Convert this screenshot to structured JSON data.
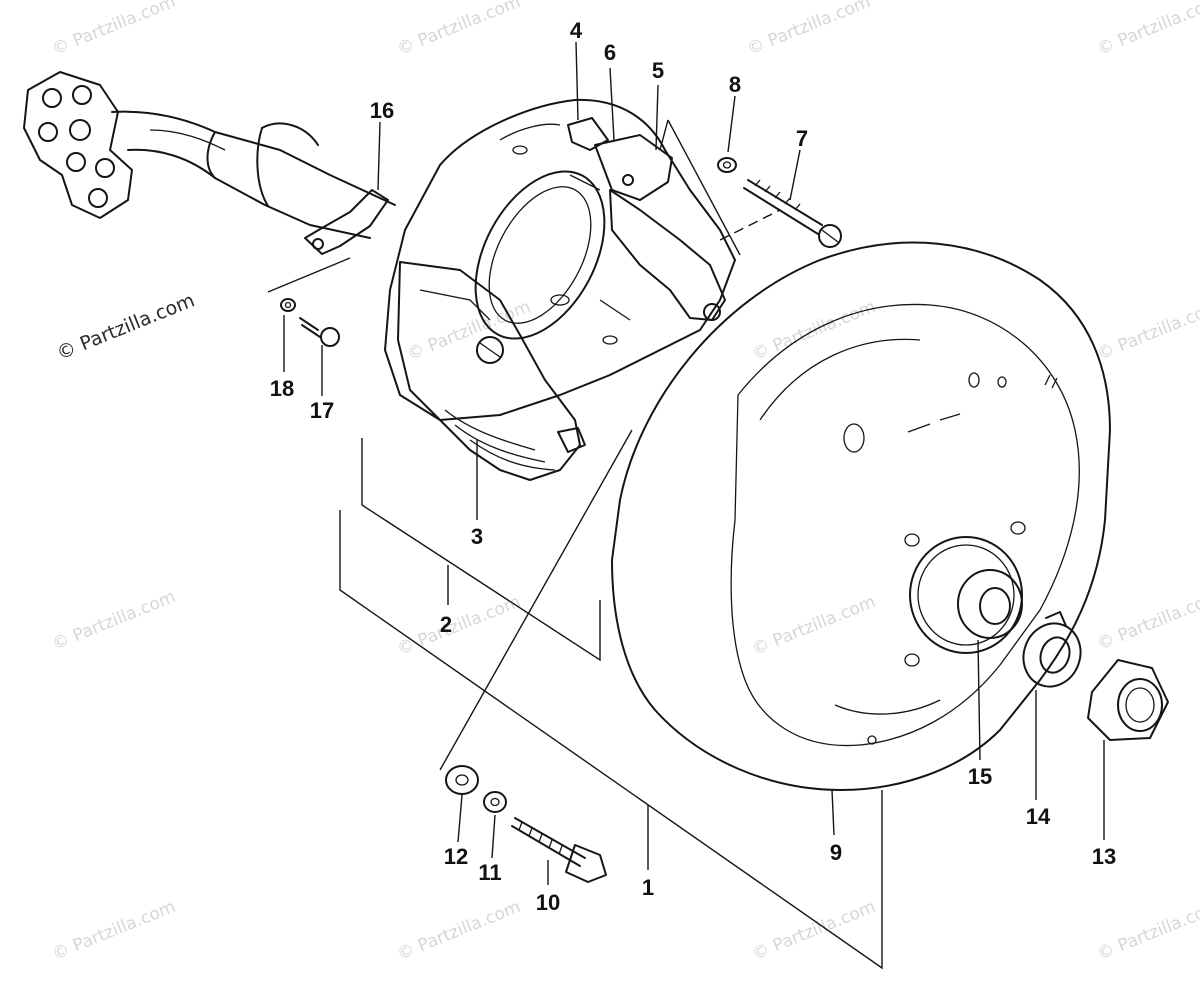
{
  "watermark": {
    "text": "© Partzilla.com",
    "emphasis_text": "© Partzilla.com",
    "color": "#d6d6d6",
    "emphasis_color": "#2a2a2a"
  },
  "callouts": [
    {
      "id": "1",
      "label": "1"
    },
    {
      "id": "2",
      "label": "2"
    },
    {
      "id": "3",
      "label": "3"
    },
    {
      "id": "4",
      "label": "4"
    },
    {
      "id": "5",
      "label": "5"
    },
    {
      "id": "6",
      "label": "6"
    },
    {
      "id": "7",
      "label": "7"
    },
    {
      "id": "8",
      "label": "8"
    },
    {
      "id": "9",
      "label": "9"
    },
    {
      "id": "10",
      "label": "10"
    },
    {
      "id": "11",
      "label": "11"
    },
    {
      "id": "12",
      "label": "12"
    },
    {
      "id": "13",
      "label": "13"
    },
    {
      "id": "14",
      "label": "14"
    },
    {
      "id": "15",
      "label": "15"
    },
    {
      "id": "16",
      "label": "16"
    },
    {
      "id": "17",
      "label": "17"
    },
    {
      "id": "18",
      "label": "18"
    }
  ],
  "colors": {
    "ink": "#151515",
    "paper": "#ffffff"
  }
}
